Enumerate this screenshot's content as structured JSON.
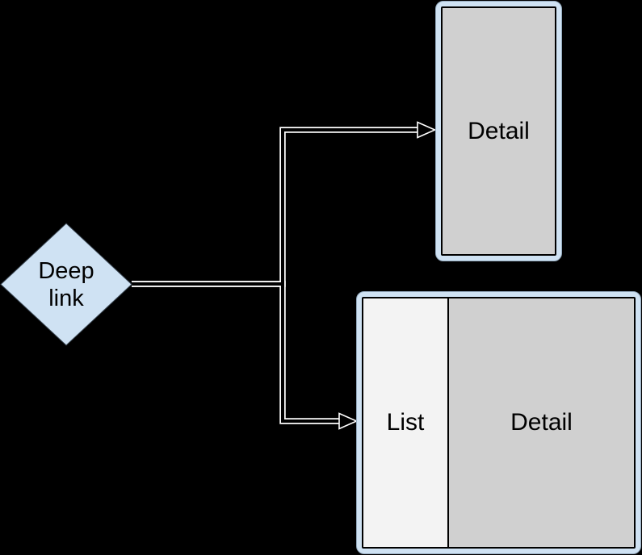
{
  "colors": {
    "background": "#000000",
    "node-blue": "#cfe2f3",
    "node-border": "#3c4854",
    "frame-edge": "#93a9bd",
    "pane-gray": "#d0d0d0",
    "pane-light": "#f3f3f3",
    "pane-border": "#000000",
    "arrow-casing": "#ffffff",
    "arrow-core": "#000000",
    "label": "#000000"
  },
  "diamond": {
    "label": "Deep\nlink"
  },
  "detail_screen": {
    "label": "Detail"
  },
  "list_detail_screen": {
    "list_label": "List",
    "detail_label": "Detail"
  }
}
